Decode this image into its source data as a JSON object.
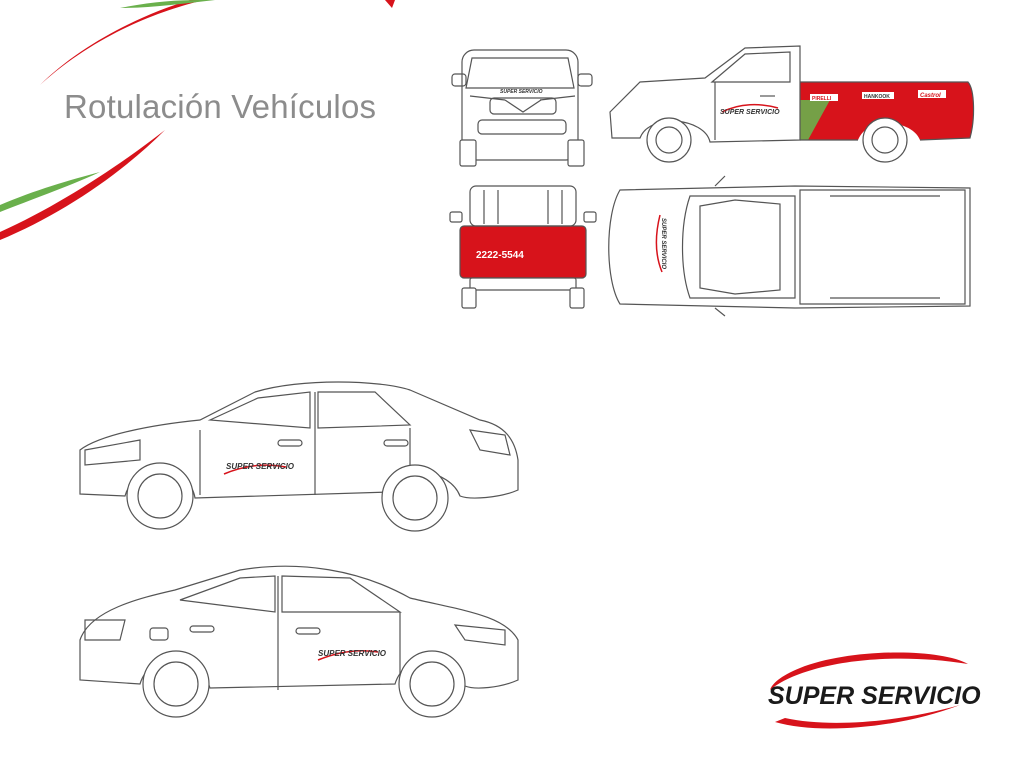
{
  "slide": {
    "title": "Rotulación Vehículos"
  },
  "branding": {
    "logo_text": "SUPER SERVICIO",
    "vehicle_logo_text": "SUPER SERVICIO",
    "phone_number": "2222-5544",
    "sponsor_logos": [
      "PIRELLI",
      "HANKOOK",
      "Castrol"
    ]
  },
  "colors": {
    "brand_red": "#d7131b",
    "brand_green": "#6ab04c",
    "title_gray": "#8c8c8c",
    "outline_gray": "#555555"
  }
}
